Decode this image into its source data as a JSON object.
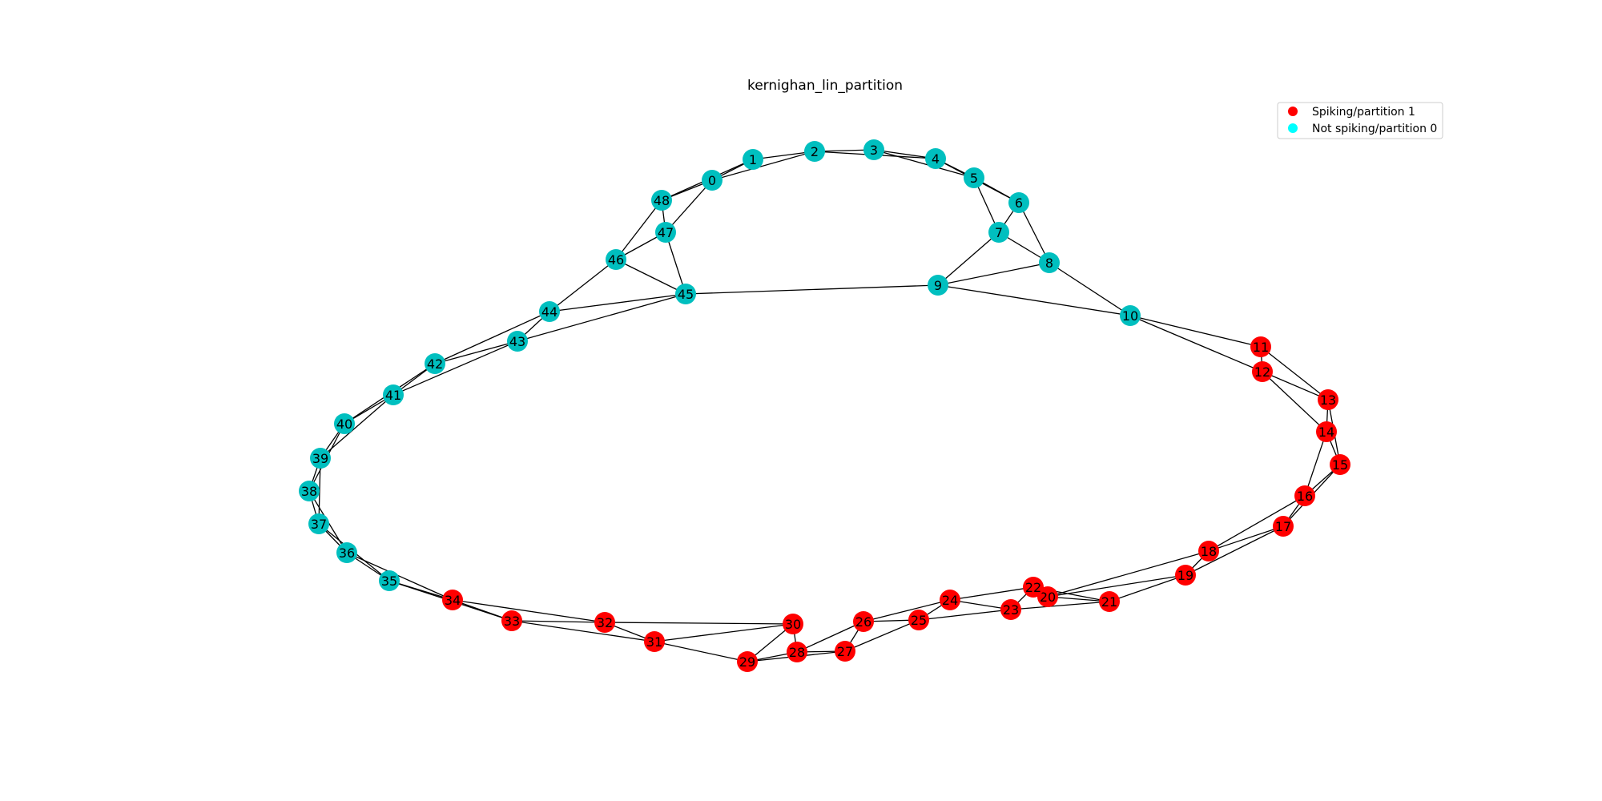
{
  "title": "kernighan_lin_partition",
  "colors": {
    "partition1_node": "#ff0000",
    "partition0_node": "#00bfbf",
    "legend_partition1_marker": "#ff0000",
    "legend_partition0_marker": "#00ffff",
    "edge": "#000000",
    "background": "#ffffff"
  },
  "legend": {
    "items": [
      {
        "label": "Spiking/partition 1",
        "color": "#ff0000"
      },
      {
        "label": "Not spiking/partition 0",
        "color": "#00ffff"
      }
    ]
  },
  "nodes": [
    {
      "id": "0",
      "partition": 0
    },
    {
      "id": "1",
      "partition": 0
    },
    {
      "id": "2",
      "partition": 0
    },
    {
      "id": "3",
      "partition": 0
    },
    {
      "id": "4",
      "partition": 0
    },
    {
      "id": "5",
      "partition": 0
    },
    {
      "id": "6",
      "partition": 0
    },
    {
      "id": "7",
      "partition": 0
    },
    {
      "id": "8",
      "partition": 0
    },
    {
      "id": "9",
      "partition": 0
    },
    {
      "id": "10",
      "partition": 0
    },
    {
      "id": "11",
      "partition": 1
    },
    {
      "id": "12",
      "partition": 1
    },
    {
      "id": "13",
      "partition": 1
    },
    {
      "id": "14",
      "partition": 1
    },
    {
      "id": "15",
      "partition": 1
    },
    {
      "id": "16",
      "partition": 1
    },
    {
      "id": "17",
      "partition": 1
    },
    {
      "id": "18",
      "partition": 1
    },
    {
      "id": "19",
      "partition": 1
    },
    {
      "id": "20",
      "partition": 1
    },
    {
      "id": "21",
      "partition": 1
    },
    {
      "id": "22",
      "partition": 1
    },
    {
      "id": "23",
      "partition": 1
    },
    {
      "id": "24",
      "partition": 1
    },
    {
      "id": "25",
      "partition": 1
    },
    {
      "id": "26",
      "partition": 1
    },
    {
      "id": "27",
      "partition": 1
    },
    {
      "id": "28",
      "partition": 1
    },
    {
      "id": "29",
      "partition": 1
    },
    {
      "id": "30",
      "partition": 1
    },
    {
      "id": "31",
      "partition": 1
    },
    {
      "id": "32",
      "partition": 1
    },
    {
      "id": "33",
      "partition": 1
    },
    {
      "id": "34",
      "partition": 1
    },
    {
      "id": "35",
      "partition": 0
    },
    {
      "id": "36",
      "partition": 0
    },
    {
      "id": "37",
      "partition": 0
    },
    {
      "id": "38",
      "partition": 0
    },
    {
      "id": "39",
      "partition": 0
    },
    {
      "id": "40",
      "partition": 0
    },
    {
      "id": "41",
      "partition": 0
    },
    {
      "id": "42",
      "partition": 0
    },
    {
      "id": "43",
      "partition": 0
    },
    {
      "id": "44",
      "partition": 0
    },
    {
      "id": "45",
      "partition": 0
    },
    {
      "id": "46",
      "partition": 0
    },
    {
      "id": "47",
      "partition": 0
    },
    {
      "id": "48",
      "partition": 0
    }
  ],
  "edges": [
    [
      "0",
      "1"
    ],
    [
      "0",
      "2"
    ],
    [
      "0",
      "48"
    ],
    [
      "0",
      "47"
    ],
    [
      "1",
      "2"
    ],
    [
      "1",
      "48"
    ],
    [
      "2",
      "3"
    ],
    [
      "2",
      "4"
    ],
    [
      "3",
      "4"
    ],
    [
      "3",
      "5"
    ],
    [
      "4",
      "5"
    ],
    [
      "4",
      "6"
    ],
    [
      "5",
      "6"
    ],
    [
      "5",
      "7"
    ],
    [
      "6",
      "7"
    ],
    [
      "6",
      "8"
    ],
    [
      "7",
      "8"
    ],
    [
      "7",
      "9"
    ],
    [
      "8",
      "9"
    ],
    [
      "8",
      "10"
    ],
    [
      "9",
      "10"
    ],
    [
      "9",
      "45"
    ],
    [
      "10",
      "11"
    ],
    [
      "10",
      "12"
    ],
    [
      "11",
      "12"
    ],
    [
      "11",
      "13"
    ],
    [
      "12",
      "13"
    ],
    [
      "12",
      "14"
    ],
    [
      "13",
      "14"
    ],
    [
      "13",
      "15"
    ],
    [
      "14",
      "15"
    ],
    [
      "14",
      "16"
    ],
    [
      "15",
      "16"
    ],
    [
      "15",
      "17"
    ],
    [
      "16",
      "17"
    ],
    [
      "16",
      "18"
    ],
    [
      "17",
      "18"
    ],
    [
      "17",
      "19"
    ],
    [
      "18",
      "19"
    ],
    [
      "18",
      "20"
    ],
    [
      "19",
      "20"
    ],
    [
      "19",
      "21"
    ],
    [
      "20",
      "21"
    ],
    [
      "20",
      "22"
    ],
    [
      "21",
      "22"
    ],
    [
      "21",
      "23"
    ],
    [
      "22",
      "23"
    ],
    [
      "22",
      "24"
    ],
    [
      "23",
      "24"
    ],
    [
      "23",
      "25"
    ],
    [
      "24",
      "25"
    ],
    [
      "24",
      "26"
    ],
    [
      "25",
      "26"
    ],
    [
      "25",
      "27"
    ],
    [
      "26",
      "27"
    ],
    [
      "26",
      "28"
    ],
    [
      "27",
      "28"
    ],
    [
      "27",
      "29"
    ],
    [
      "28",
      "29"
    ],
    [
      "28",
      "30"
    ],
    [
      "29",
      "30"
    ],
    [
      "29",
      "31"
    ],
    [
      "30",
      "31"
    ],
    [
      "30",
      "32"
    ],
    [
      "31",
      "32"
    ],
    [
      "31",
      "33"
    ],
    [
      "32",
      "33"
    ],
    [
      "32",
      "34"
    ],
    [
      "33",
      "34"
    ],
    [
      "33",
      "35"
    ],
    [
      "34",
      "35"
    ],
    [
      "34",
      "36"
    ],
    [
      "35",
      "36"
    ],
    [
      "35",
      "37"
    ],
    [
      "36",
      "37"
    ],
    [
      "36",
      "38"
    ],
    [
      "37",
      "38"
    ],
    [
      "37",
      "39"
    ],
    [
      "38",
      "39"
    ],
    [
      "38",
      "40"
    ],
    [
      "39",
      "40"
    ],
    [
      "39",
      "41"
    ],
    [
      "40",
      "41"
    ],
    [
      "40",
      "42"
    ],
    [
      "41",
      "42"
    ],
    [
      "41",
      "43"
    ],
    [
      "42",
      "43"
    ],
    [
      "42",
      "44"
    ],
    [
      "43",
      "44"
    ],
    [
      "43",
      "45"
    ],
    [
      "44",
      "45"
    ],
    [
      "44",
      "46"
    ],
    [
      "45",
      "46"
    ],
    [
      "45",
      "47"
    ],
    [
      "46",
      "47"
    ],
    [
      "46",
      "48"
    ],
    [
      "47",
      "48"
    ]
  ]
}
